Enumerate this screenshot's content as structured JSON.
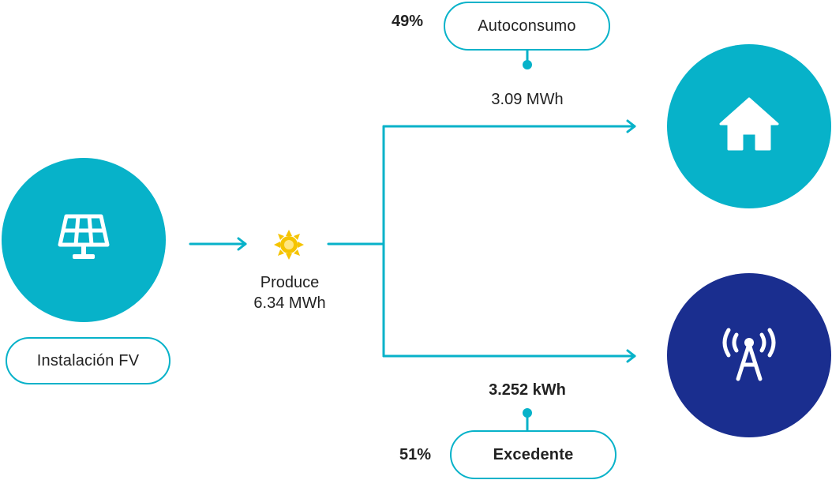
{
  "colors": {
    "teal": "#07b2c9",
    "navy": "#1a2e8f",
    "sun": "#f5c400"
  },
  "source": {
    "label": "Instalación FV",
    "icon": "solar-panel-icon"
  },
  "production": {
    "icon": "sun-icon",
    "label": "Produce",
    "value": "6.34 MWh"
  },
  "self_consumption": {
    "percent": "49%",
    "label": "Autoconsumo",
    "value": "3.09 MWh",
    "icon": "house-icon"
  },
  "surplus": {
    "percent": "51%",
    "label": "Excedente",
    "value": "3.252 kWh",
    "icon": "grid-tower-icon"
  }
}
